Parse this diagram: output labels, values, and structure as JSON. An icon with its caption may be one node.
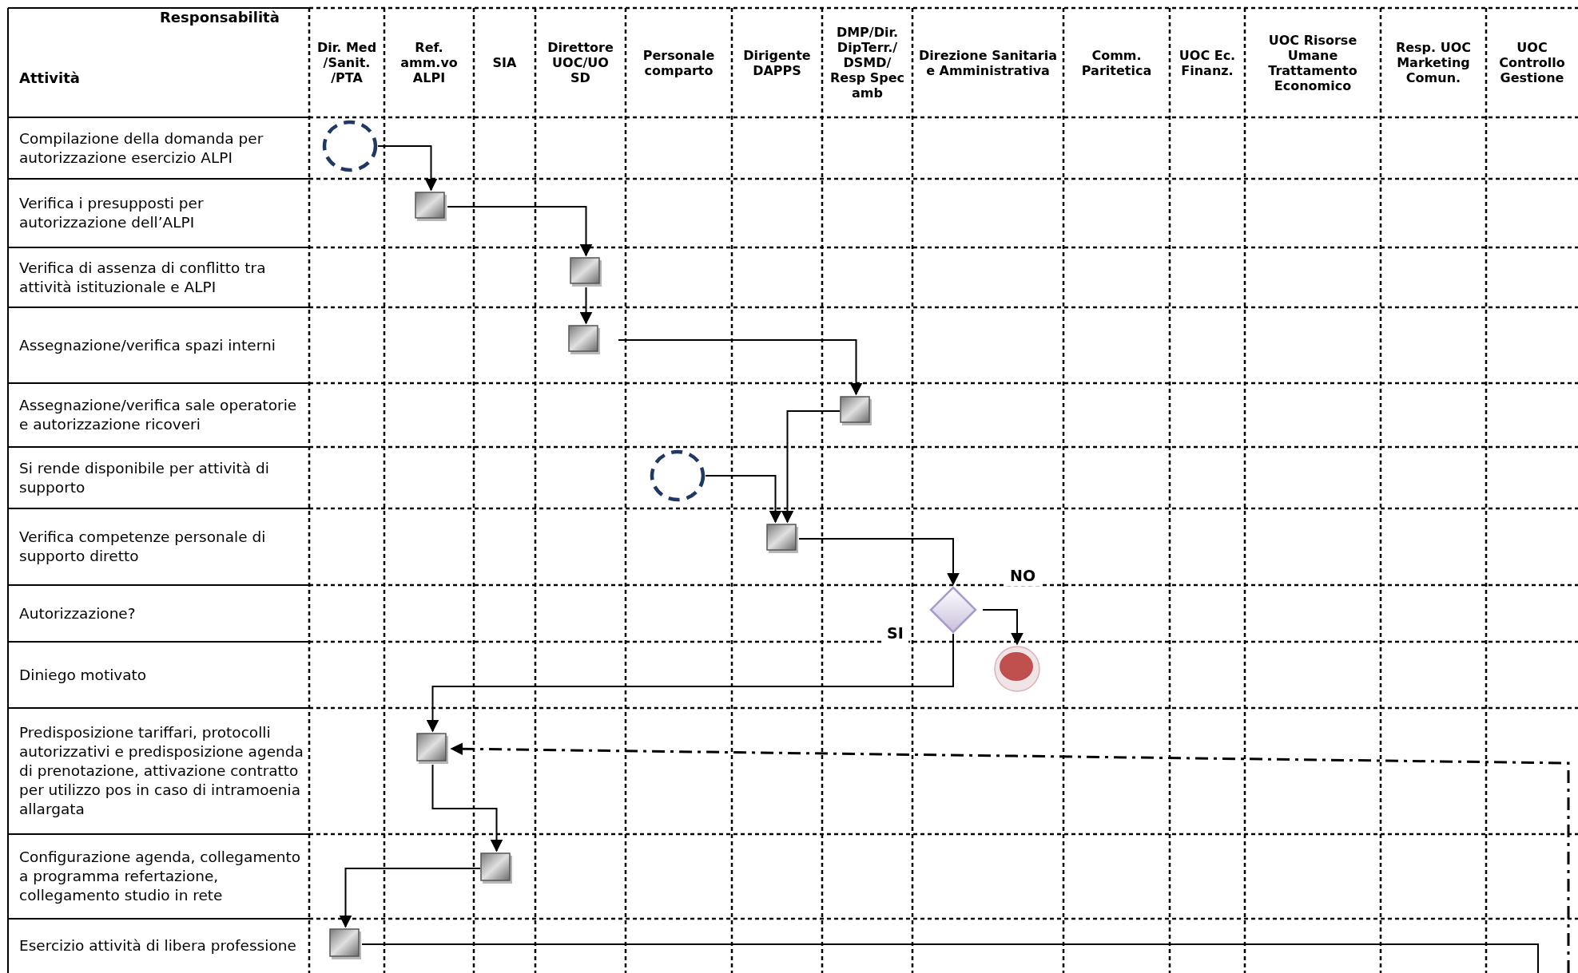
{
  "diagram": {
    "nodes": [
      {
        "text": [],
        "shape": "circle"
      },
      {
        "text": [],
        "shape": "box"
      },
      {
        "text": [],
        "shape": "box"
      },
      {
        "text": [],
        "shape": "box"
      },
      {
        "text": [],
        "shape": "box"
      },
      {
        "text": [],
        "shape": "circle"
      },
      {
        "text": [],
        "shape": "box"
      },
      {
        "text": [],
        "shape": "diamond"
      },
      {
        "text": [],
        "shape": "circle"
      },
      {
        "text": [],
        "shape": "box"
      },
      {
        "text": [],
        "shape": "box"
      },
      {
        "text": [],
        "shape": "box"
      }
    ],
    "edges": [
      {
        "from": 0,
        "to": 1,
        "arrow": "to"
      },
      {
        "from": 1,
        "to": 2,
        "arrow": "to"
      },
      {
        "from": 2,
        "to": 3,
        "arrow": "to"
      },
      {
        "from": 3,
        "to": 4,
        "arrow": "to"
      },
      {
        "from": 4,
        "to": 6,
        "arrow": "to"
      },
      {
        "from": 5,
        "to": 6,
        "arrow": "to"
      },
      {
        "from": 6,
        "to": 7,
        "arrow": "to"
      },
      {
        "from": 7,
        "to": 8,
        "arrow": "to",
        "label": "NO"
      },
      {
        "from": 7,
        "to": 9,
        "arrow": "to",
        "label": "SI"
      },
      {
        "from": 9,
        "to": 10,
        "arrow": "to"
      },
      {
        "from": 10,
        "to": 11,
        "arrow": "to"
      },
      {
        "from": 11,
        "to": null,
        "arrow": "none"
      },
      {
        "from": null,
        "to": 9,
        "arrow": "to",
        "style": "dashed"
      }
    ],
    "labels": [
      "Responsabilità",
      "Attività",
      "Dir. Med /Sanit. /PTA",
      "Ref. amm.vo ALPI",
      "SIA",
      "Direttore UOC/UO SD",
      "Personale comparto",
      "Dirigente DAPPS",
      "DMP/Dir. DipTerr./ DSMD/ Resp Spec amb",
      "Direzione Sanitaria e Amministrativa",
      "Comm. Paritetica",
      "UOC Ec. Finanz.",
      "UOC Risorse Umane Trattamento Economico",
      "Resp. UOC Marketing Comun.",
      "UOC Controllo Gestione",
      "Compilazione della domanda per autorizzazione esercizio ALPI",
      "Verifica i presupposti per autorizzazione dell’ALPI",
      "Verifica di assenza di conflitto tra attività istituzionale e ALPI",
      "Assegnazione/verifica spazi interni",
      "Assegnazione/verifica sale operatorie e autorizzazione ricoveri",
      "Si rende disponibile per attività di supporto",
      "Verifica competenze personale di supporto diretto",
      "Autorizzazione?",
      "Diniego motivato",
      "Predisposizione tariffari, protocolli autorizzativi e predisposizione agenda di prenotazione, attivazione contratto per utilizzo pos in caso di intramoenia allargata",
      "Configurazione agenda, collegamento a programma refertazione, collegamento studio in rete",
      "Esercizio attività di libera professione"
    ]
  }
}
